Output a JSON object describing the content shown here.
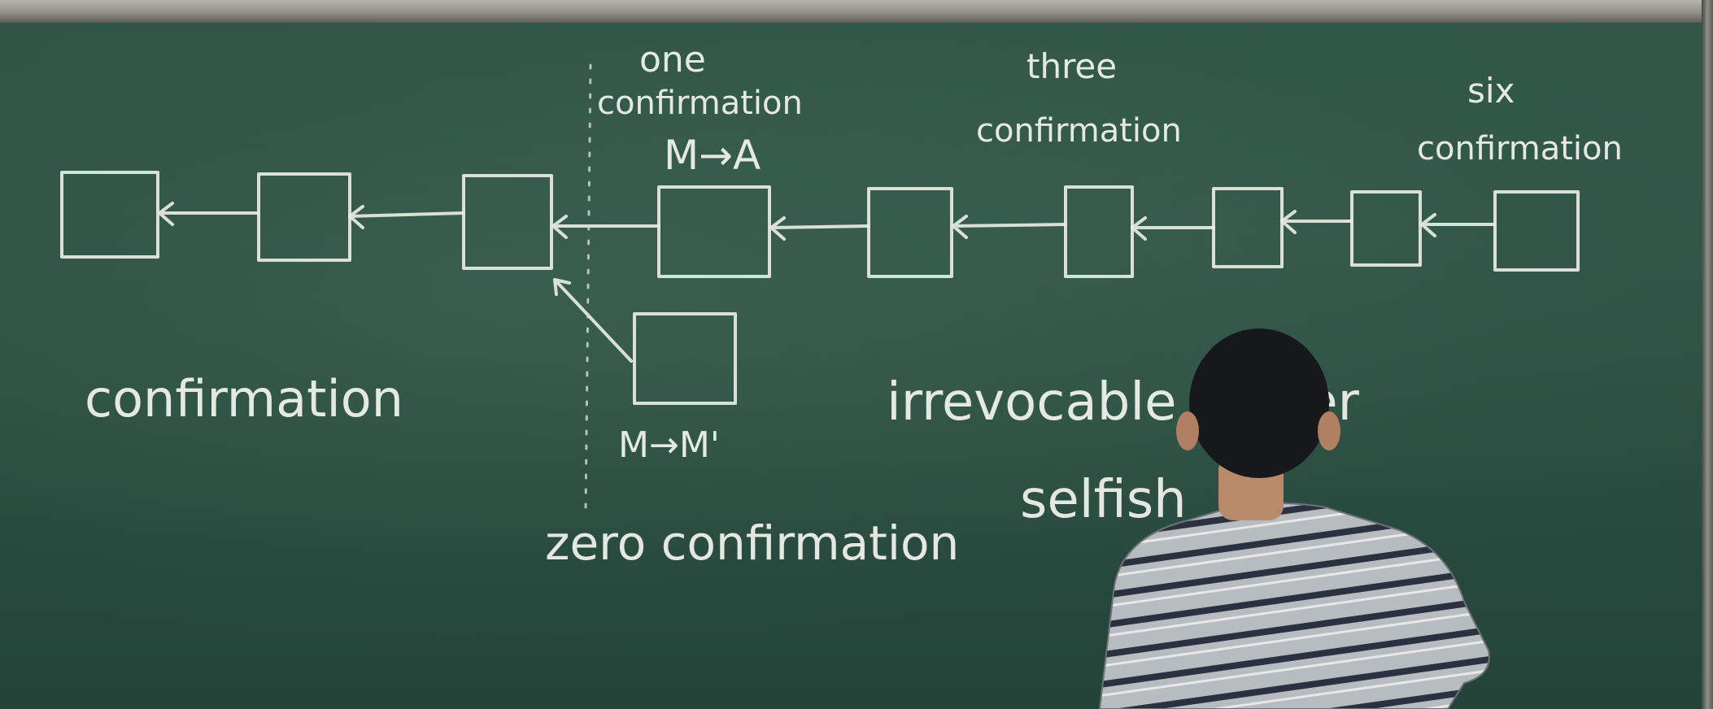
{
  "board_text": {
    "one_confirmation_line1": "one",
    "one_confirmation_line2": "confirmation",
    "m_to_a": "M→A",
    "three_confirmation_line1": "three",
    "three_confirmation_line2": "confirmation",
    "six_confirmation_line1": "six",
    "six_confirmation_line2": "confirmation",
    "confirmation": "confirmation",
    "m_to_m_prime": "M→M'",
    "irrevocable_ledger": "irrevocable ledger",
    "selfish": "selfish",
    "zero_confirmation": "zero confirmation"
  },
  "colors": {
    "board": "#2a4d40",
    "chalk": "#e8ece4",
    "shirt_light": "#b7bcc0",
    "shirt_dark": "#2b3140",
    "hair": "#111315"
  }
}
